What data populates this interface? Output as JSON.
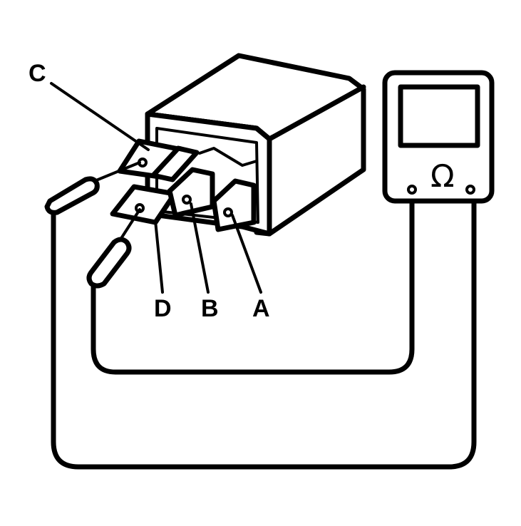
{
  "labels": {
    "c": "C",
    "d": "D",
    "b": "B",
    "a": "A"
  },
  "meter": {
    "symbol": "Ω"
  }
}
